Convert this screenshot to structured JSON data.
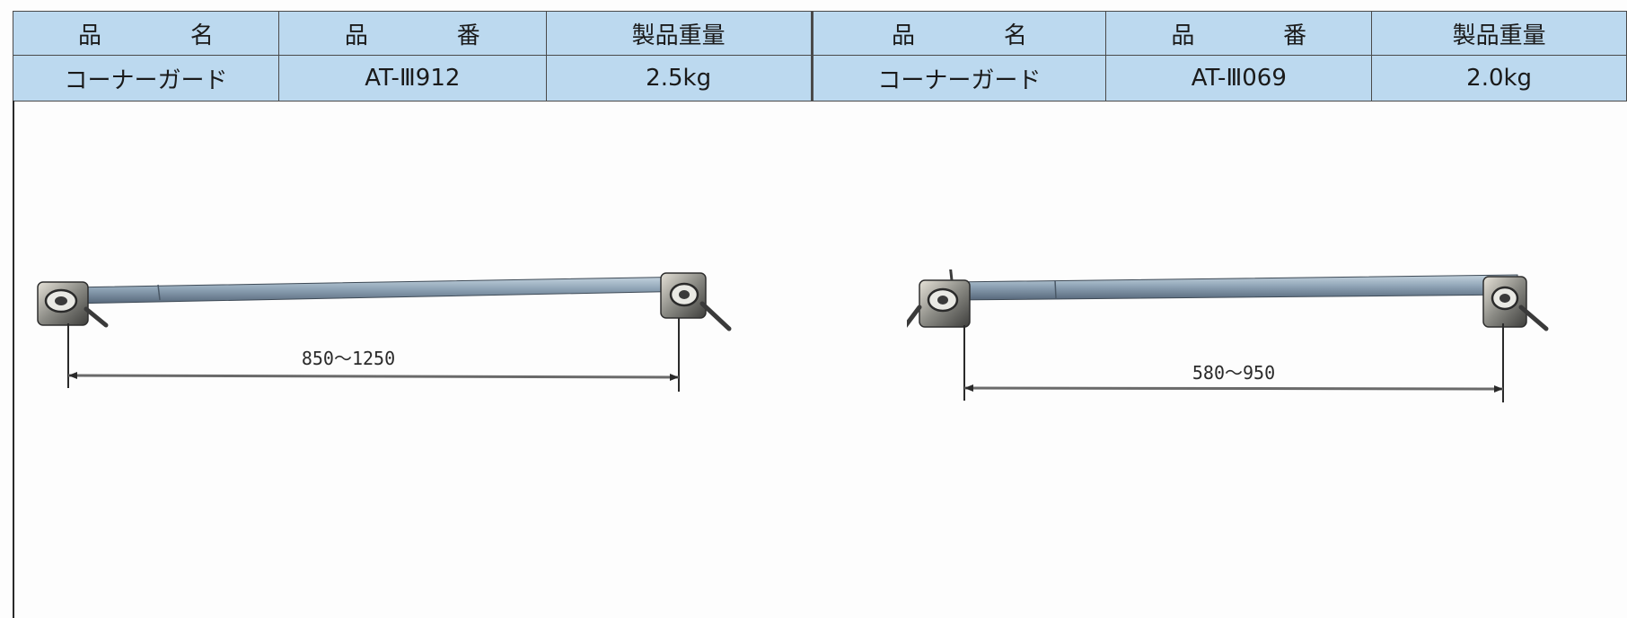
{
  "table": {
    "headers": [
      "品　名",
      "品　番",
      "製品重量",
      "品　名",
      "品　番",
      "製品重量"
    ],
    "rows": [
      {
        "name": "コーナーガード",
        "part_no": "AT-Ⅲ912",
        "weight": "2.5kg"
      },
      {
        "name": "コーナーガード",
        "part_no": "AT-Ⅲ069",
        "weight": "2.0kg"
      }
    ]
  },
  "figures": [
    {
      "product": "AT-Ⅲ912",
      "dimension_label": "850～1250"
    },
    {
      "product": "AT-Ⅲ069",
      "dimension_label": "580～950"
    }
  ],
  "colors": {
    "header_fill": "#bcd9ef",
    "border": "#4a4a4a",
    "tube": "#8fa4b6",
    "clamp": "#6d6d6d"
  }
}
